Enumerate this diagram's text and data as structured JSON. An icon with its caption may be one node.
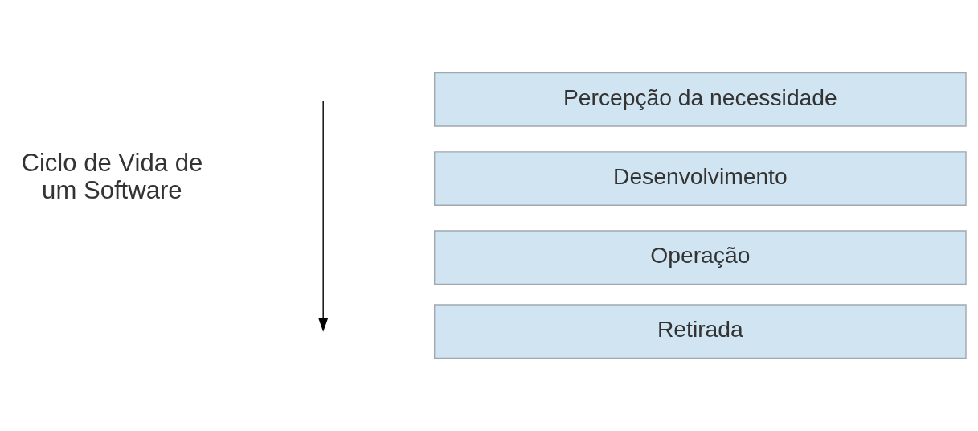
{
  "diagram": {
    "nodes": [
      {
        "text": [
          "Percepção da necessidade"
        ]
      },
      {
        "text": [
          "Desenvolvimento"
        ]
      },
      {
        "text": [
          "Operação"
        ]
      },
      {
        "text": [
          "Retirada"
        ]
      }
    ],
    "edges": [],
    "labels": [
      "Ciclo de Vida de um Software"
    ]
  }
}
